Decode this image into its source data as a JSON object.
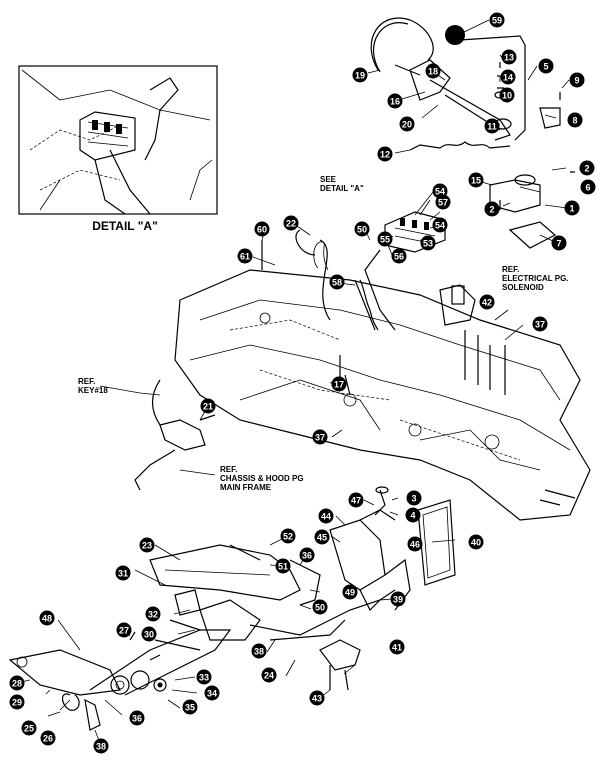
{
  "detail_caption": "DETAIL \"A\"",
  "see_detail": [
    "SEE",
    "DETAIL \"A\""
  ],
  "ref_electrical": [
    "REF.",
    "ELECTRICAL PG.",
    "SOLENOID"
  ],
  "ref_key": [
    "REF.",
    "KEY#18"
  ],
  "ref_chassis": [
    "REF.",
    "CHASSIS & HOOD PG",
    "MAIN FRAME"
  ],
  "callouts": [
    "59",
    "13",
    "5",
    "9",
    "19",
    "18",
    "14",
    "16",
    "10",
    "8",
    "20",
    "11",
    "12",
    "2",
    "15",
    "6",
    "2",
    "1",
    "7",
    "54",
    "57",
    "54",
    "53",
    "55",
    "56",
    "50",
    "22",
    "60",
    "61",
    "58",
    "17",
    "21",
    "37",
    "42",
    "37",
    "3",
    "4",
    "47",
    "44",
    "45",
    "46",
    "40",
    "23",
    "52",
    "51",
    "36",
    "31",
    "32",
    "30",
    "27",
    "50",
    "49",
    "39",
    "38",
    "24",
    "48",
    "41",
    "28",
    "29",
    "25",
    "26",
    "36",
    "33",
    "34",
    "35",
    "43",
    "38"
  ]
}
